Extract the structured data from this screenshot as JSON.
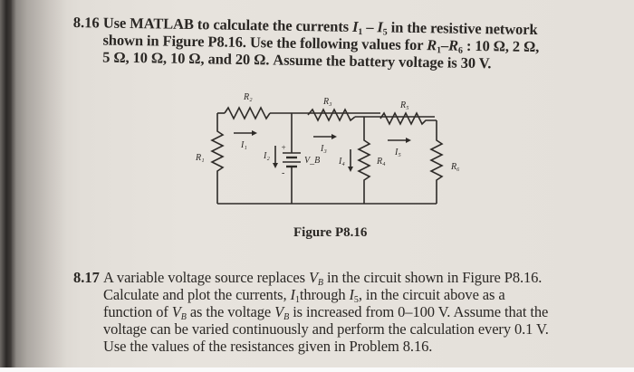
{
  "problems": [
    {
      "number": "8.16",
      "lines": [
        [
          "Use MATLAB to calculate the currents ",
          "I",
          "1",
          " – ",
          "I",
          "5",
          " in the resistive network"
        ],
        "shown in Figure P8.16. Use the following values for",
        "5 Ω, 10 Ω, 10 Ω, and 20 Ω. Assume the battery voltage is 30 V."
      ],
      "line1_pre": "Use MATLAB to calculate the currents ",
      "line1_mid": " – ",
      "line1_post": " in the resistive network",
      "line2_pre": "shown in Figure P8.16. Use the following values for ",
      "line2_range_sep": "–",
      "line2_post": " : 10 Ω, 2 Ω,",
      "line3": "5 Ω, 10 Ω, 10 Ω, and 20 Ω. Assume the battery voltage is 30 V."
    },
    {
      "number": "8.17",
      "line1_pre": "A variable voltage source replaces ",
      "line1_post": " in the circuit shown in Figure P8.16.",
      "line2_pre": "Calculate and plot the currents, ",
      "line2_mid": "through ",
      "line2_post": ", in the circuit above as a",
      "line3_pre": "function of ",
      "line3_mid": " as the voltage ",
      "line3_post": " is increased from 0–100 V. Assume that the",
      "line4": "voltage can be varied continuously and perform the calculation every 0.1 V.",
      "line5": "Use the values of the resistances given in Problem 8.16."
    }
  ],
  "symbols": {
    "I": "I",
    "R": "R",
    "V": "V",
    "sub1": "1",
    "sub5": "5",
    "sub6": "6",
    "subB": "B"
  },
  "figure": {
    "caption": "Figure P8.16",
    "labels": {
      "R1": "R₁",
      "R2": "R₂",
      "R3": "R₃",
      "R4": "R₄",
      "R5": "R₅",
      "R6": "R₆",
      "I1": "I₁",
      "I2": "I₂",
      "I3": "I₃",
      "I4": "I₄",
      "I5": "I₅",
      "VB": "V_B",
      "plus": "+",
      "minus": "-"
    }
  }
}
